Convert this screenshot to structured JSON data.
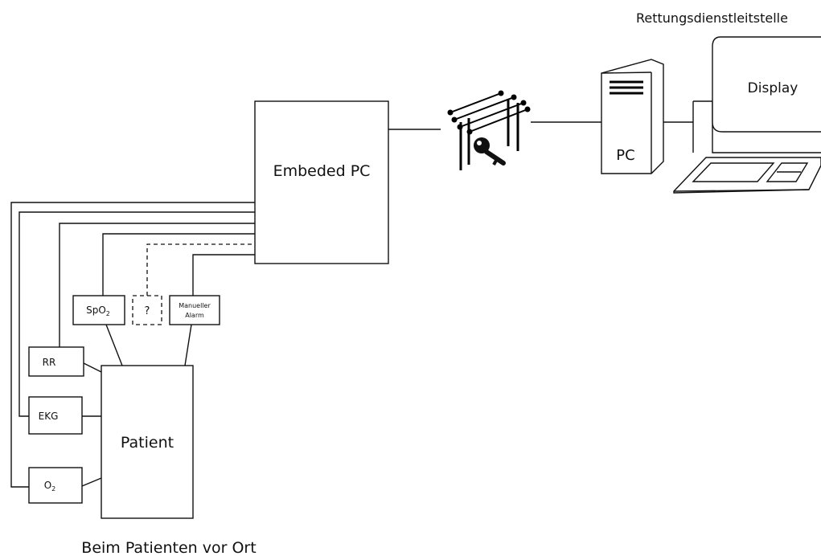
{
  "diagram": {
    "central_unit": {
      "label": "Embeded PC"
    },
    "patient_side": {
      "patient_label": "Patient",
      "caption": "Beim Patienten vor Ort",
      "sensors": {
        "spo2": {
          "label": "SpO",
          "subscript": "2"
        },
        "unknown": {
          "label": "?"
        },
        "manual_alarm": {
          "label_line1": "Manueller",
          "label_line2": "Alarm"
        },
        "rr": {
          "label": "RR"
        },
        "ekg": {
          "label": "EKG"
        },
        "o2": {
          "label": "O",
          "subscript": "2"
        }
      }
    },
    "link": {
      "icon": "wireless-key-icon"
    },
    "dispatch_center": {
      "title": "Rettungsdienstleitstelle",
      "pc_label": "PC",
      "display_label": "Display"
    },
    "colors": {
      "stroke": "#111111",
      "background": "#ffffff"
    }
  }
}
